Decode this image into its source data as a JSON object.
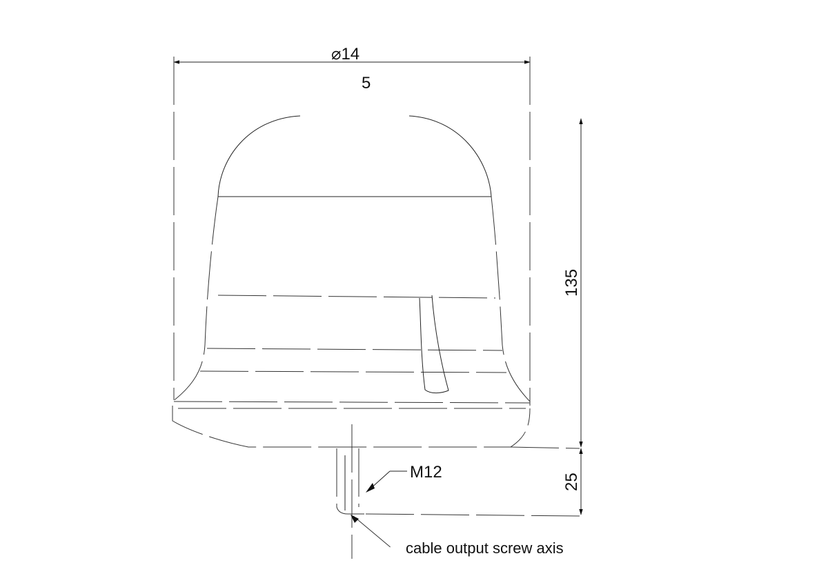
{
  "dimensions": {
    "diameter_symbol": "⌀",
    "diameter_value": "14",
    "sub_value": "5",
    "height_total": "135",
    "height_thread": "25",
    "thread_label": "M12"
  },
  "annotations": {
    "cable_axis": "cable output screw axis"
  }
}
